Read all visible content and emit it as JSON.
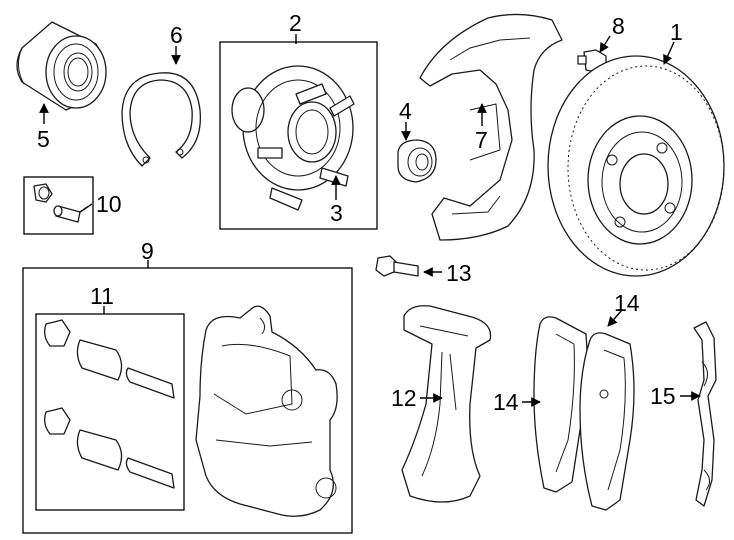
{
  "diagram": {
    "callouts": {
      "c1": "1",
      "c2": "2",
      "c3": "3",
      "c4": "4",
      "c5": "5",
      "c6": "6",
      "c7": "7",
      "c8": "8",
      "c9": "9",
      "c10": "10",
      "c11": "11",
      "c12": "12",
      "c13": "13",
      "c14a": "14",
      "c14b": "14",
      "c15": "15"
    }
  }
}
